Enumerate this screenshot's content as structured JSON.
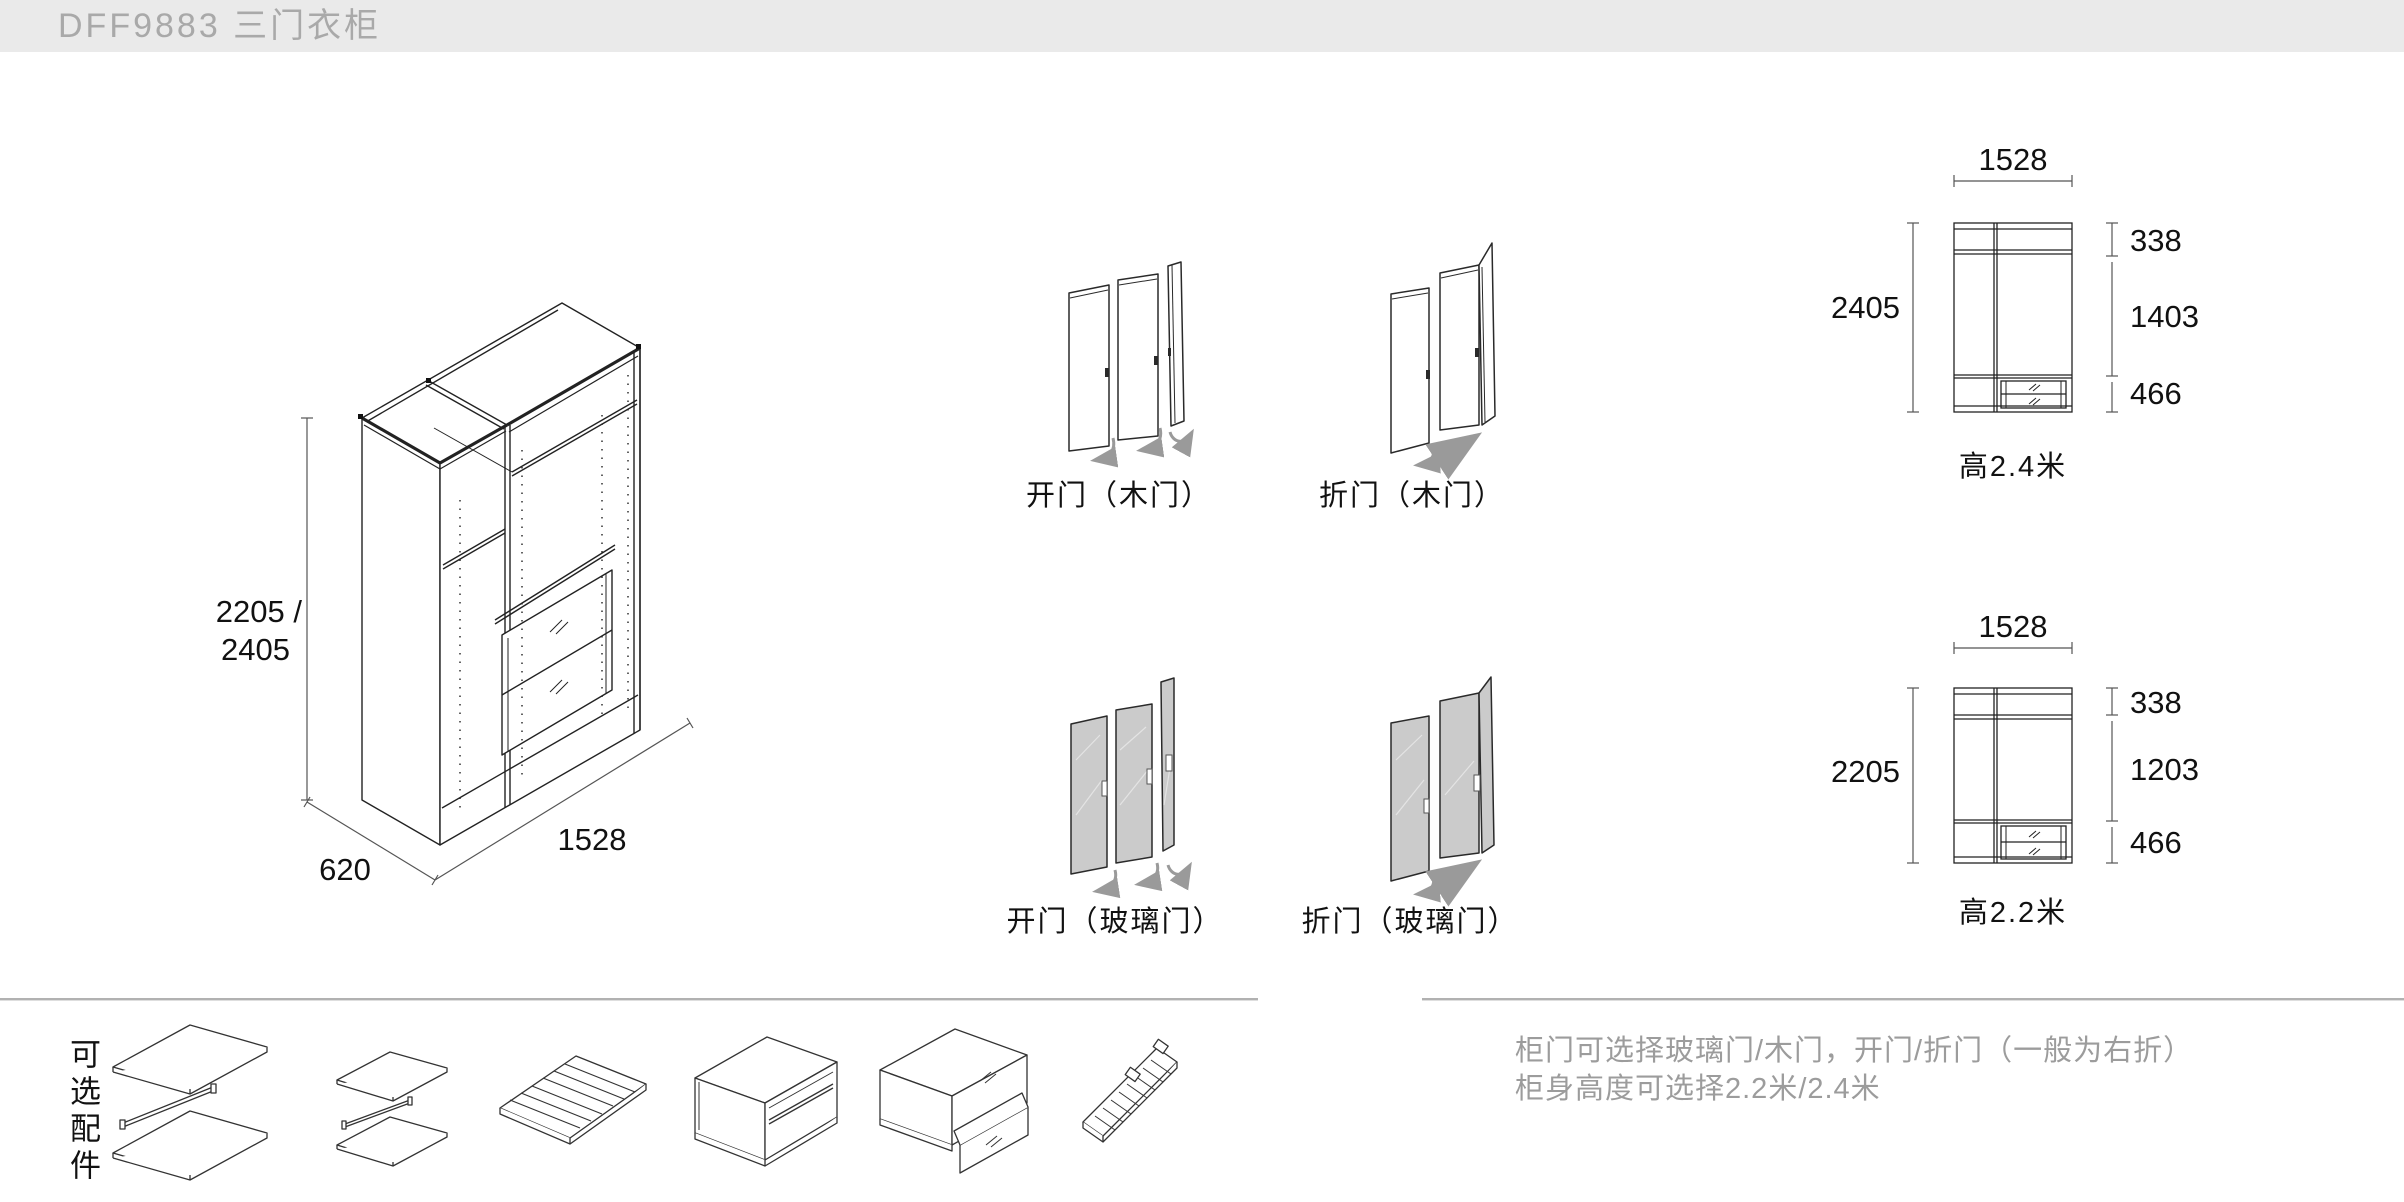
{
  "header": {
    "title": "DFF9883 三门衣柜"
  },
  "iso": {
    "height_label": [
      "2205 /",
      "2405"
    ],
    "depth_label": "620",
    "width_label": "1528"
  },
  "doors": {
    "swing_wood": "开门（木门）",
    "fold_wood": "折门（木门）",
    "swing_glass": "开门（玻璃门）",
    "fold_glass": "折门（玻璃门）"
  },
  "elevations": [
    {
      "width": "1528",
      "height": "2405",
      "seg_top": "338",
      "seg_mid": "1403",
      "seg_bottom": "466",
      "caption": "高2.4米"
    },
    {
      "width": "1528",
      "height": "2205",
      "seg_top": "338",
      "seg_mid": "1203",
      "seg_bottom": "466",
      "caption": "高2.2米"
    }
  ],
  "accessories": {
    "label": "可选配件",
    "items": [
      "wide-shelf-with-hanging-rod",
      "narrow-shelf-with-hanging-rod",
      "pants-rack",
      "open-compartment-insert",
      "drawer-insert",
      "belt-tie-rack"
    ]
  },
  "notes": {
    "line1": "柜门可选择玻璃门/木门，开门/折门（一般为右折）",
    "line2": "柜身高度可选择2.2米/2.4米"
  },
  "colors": {
    "header_bg": "#eaeaea",
    "header_text": "#a9a9a9",
    "note_text": "#9c9c9c",
    "line": "#222222",
    "glass_fill": "#cbcbcb",
    "arrow": "#9a9a9a"
  }
}
